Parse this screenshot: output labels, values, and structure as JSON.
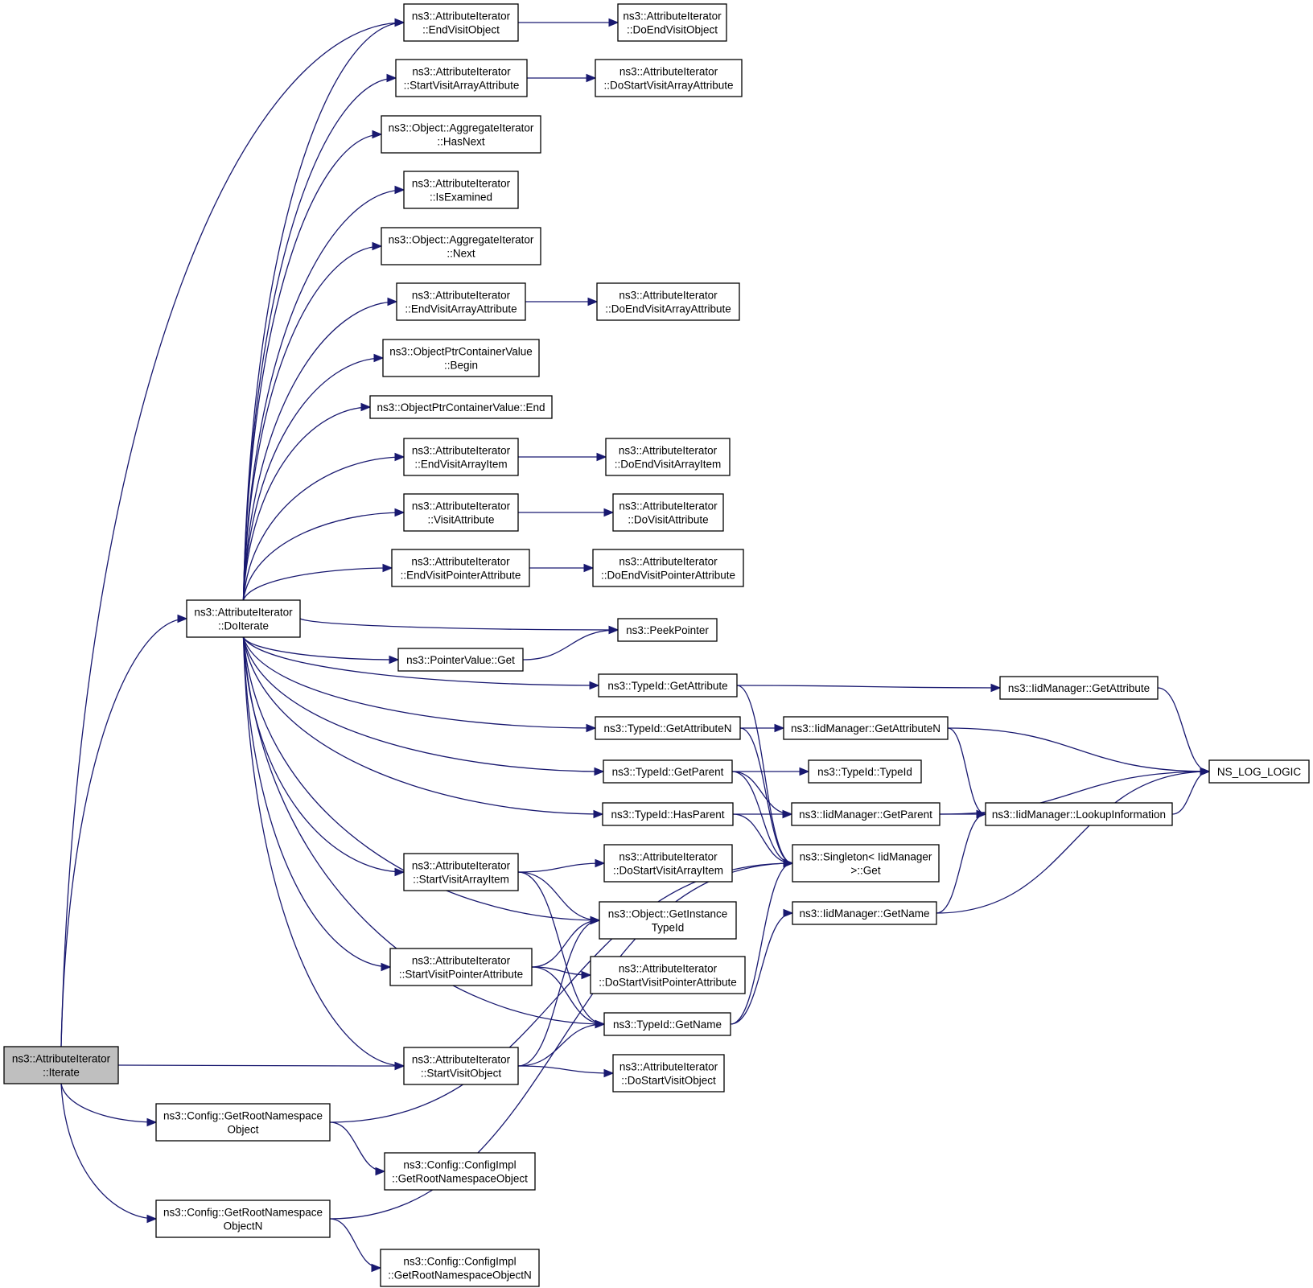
{
  "graph": {
    "nodes": [
      {
        "id": "iterate",
        "lines": [
          "ns3::AttributeIterator",
          "::Iterate"
        ],
        "highlight": true
      },
      {
        "id": "doiterate",
        "lines": [
          "ns3::AttributeIterator",
          "::DoIterate"
        ]
      },
      {
        "id": "endvisitobject",
        "lines": [
          "ns3::AttributeIterator",
          "::EndVisitObject"
        ]
      },
      {
        "id": "doendvisitobject",
        "lines": [
          "ns3::AttributeIterator",
          "::DoEndVisitObject"
        ]
      },
      {
        "id": "startvisitarrayattr",
        "lines": [
          "ns3::AttributeIterator",
          "::StartVisitArrayAttribute"
        ]
      },
      {
        "id": "dostartvisitarrayattr",
        "lines": [
          "ns3::AttributeIterator",
          "::DoStartVisitArrayAttribute"
        ]
      },
      {
        "id": "hasnext",
        "lines": [
          "ns3::Object::AggregateIterator",
          "::HasNext"
        ]
      },
      {
        "id": "isexamined",
        "lines": [
          "ns3::AttributeIterator",
          "::IsExamined"
        ]
      },
      {
        "id": "next",
        "lines": [
          "ns3::Object::AggregateIterator",
          "::Next"
        ]
      },
      {
        "id": "endvisitarrayattr",
        "lines": [
          "ns3::AttributeIterator",
          "::EndVisitArrayAttribute"
        ]
      },
      {
        "id": "doendvisitarrayattr",
        "lines": [
          "ns3::AttributeIterator",
          "::DoEndVisitArrayAttribute"
        ]
      },
      {
        "id": "begin",
        "lines": [
          "ns3::ObjectPtrContainerValue",
          "::Begin"
        ]
      },
      {
        "id": "end",
        "lines": [
          "ns3::ObjectPtrContainerValue::End"
        ]
      },
      {
        "id": "endvisitarrayitem",
        "lines": [
          "ns3::AttributeIterator",
          "::EndVisitArrayItem"
        ]
      },
      {
        "id": "doendvisitarrayitem",
        "lines": [
          "ns3::AttributeIterator",
          "::DoEndVisitArrayItem"
        ]
      },
      {
        "id": "visitattribute",
        "lines": [
          "ns3::AttributeIterator",
          "::VisitAttribute"
        ]
      },
      {
        "id": "dovisitattribute",
        "lines": [
          "ns3::AttributeIterator",
          "::DoVisitAttribute"
        ]
      },
      {
        "id": "endvisitpointerattr",
        "lines": [
          "ns3::AttributeIterator",
          "::EndVisitPointerAttribute"
        ]
      },
      {
        "id": "doendvisitpointerattr",
        "lines": [
          "ns3::AttributeIterator",
          "::DoEndVisitPointerAttribute"
        ]
      },
      {
        "id": "peekpointer",
        "lines": [
          "ns3::PeekPointer"
        ]
      },
      {
        "id": "pointervalueget",
        "lines": [
          "ns3::PointerValue::Get"
        ]
      },
      {
        "id": "typeidgetattribute",
        "lines": [
          "ns3::TypeId::GetAttribute"
        ]
      },
      {
        "id": "iidgetattribute",
        "lines": [
          "ns3::IidManager::GetAttribute"
        ]
      },
      {
        "id": "typeidgetattributen",
        "lines": [
          "ns3::TypeId::GetAttributeN"
        ]
      },
      {
        "id": "iidgetattributen",
        "lines": [
          "ns3::IidManager::GetAttributeN"
        ]
      },
      {
        "id": "nsloglogic",
        "lines": [
          "NS_LOG_LOGIC"
        ]
      },
      {
        "id": "typeidgetparent",
        "lines": [
          "ns3::TypeId::GetParent"
        ]
      },
      {
        "id": "typeidtypeid",
        "lines": [
          "ns3::TypeId::TypeId"
        ]
      },
      {
        "id": "typeidhasparent",
        "lines": [
          "ns3::TypeId::HasParent"
        ]
      },
      {
        "id": "iidgetparent",
        "lines": [
          "ns3::IidManager::GetParent"
        ]
      },
      {
        "id": "iidlookup",
        "lines": [
          "ns3::IidManager::LookupInformation"
        ]
      },
      {
        "id": "singletonget",
        "lines": [
          "ns3::Singleton< IidManager",
          ">::Get"
        ]
      },
      {
        "id": "startvisitarrayitem",
        "lines": [
          "ns3::AttributeIterator",
          "::StartVisitArrayItem"
        ]
      },
      {
        "id": "dostartvisitarrayitem",
        "lines": [
          "ns3::AttributeIterator",
          "::DoStartVisitArrayItem"
        ]
      },
      {
        "id": "getinstancetypeid",
        "lines": [
          "ns3::Object::GetInstance",
          "TypeId"
        ]
      },
      {
        "id": "iidgetname",
        "lines": [
          "ns3::IidManager::GetName"
        ]
      },
      {
        "id": "startvisitpointerattr",
        "lines": [
          "ns3::AttributeIterator",
          "::StartVisitPointerAttribute"
        ]
      },
      {
        "id": "dostartvisitpointerattr",
        "lines": [
          "ns3::AttributeIterator",
          "::DoStartVisitPointerAttribute"
        ]
      },
      {
        "id": "typeidgetname",
        "lines": [
          "ns3::TypeId::GetName"
        ]
      },
      {
        "id": "startvisitobject",
        "lines": [
          "ns3::AttributeIterator",
          "::StartVisitObject"
        ]
      },
      {
        "id": "dostartvisitobject",
        "lines": [
          "ns3::AttributeIterator",
          "::DoStartVisitObject"
        ]
      },
      {
        "id": "getrootnsobject",
        "lines": [
          "ns3::Config::GetRootNamespace",
          "Object"
        ]
      },
      {
        "id": "implgetrootnsobject",
        "lines": [
          "ns3::Config::ConfigImpl",
          "::GetRootNamespaceObject"
        ]
      },
      {
        "id": "getrootnsobjectn",
        "lines": [
          "ns3::Config::GetRootNamespace",
          "ObjectN"
        ]
      },
      {
        "id": "implgetrootnsobjectn",
        "lines": [
          "ns3::Config::ConfigImpl",
          "::GetRootNamespaceObjectN"
        ]
      }
    ],
    "edges": [
      [
        "iterate",
        "endvisitobject"
      ],
      [
        "iterate",
        "doiterate"
      ],
      [
        "iterate",
        "startvisitobject"
      ],
      [
        "iterate",
        "getrootnsobject"
      ],
      [
        "iterate",
        "getrootnsobjectn"
      ],
      [
        "endvisitobject",
        "doendvisitobject"
      ],
      [
        "startvisitarrayattr",
        "dostartvisitarrayattr"
      ],
      [
        "endvisitarrayattr",
        "doendvisitarrayattr"
      ],
      [
        "endvisitarrayitem",
        "doendvisitarrayitem"
      ],
      [
        "visitattribute",
        "dovisitattribute"
      ],
      [
        "endvisitpointerattr",
        "doendvisitpointerattr"
      ],
      [
        "doiterate",
        "endvisitobject"
      ],
      [
        "doiterate",
        "startvisitarrayattr"
      ],
      [
        "doiterate",
        "hasnext"
      ],
      [
        "doiterate",
        "isexamined"
      ],
      [
        "doiterate",
        "next"
      ],
      [
        "doiterate",
        "endvisitarrayattr"
      ],
      [
        "doiterate",
        "begin"
      ],
      [
        "doiterate",
        "end"
      ],
      [
        "doiterate",
        "endvisitarrayitem"
      ],
      [
        "doiterate",
        "visitattribute"
      ],
      [
        "doiterate",
        "endvisitpointerattr"
      ],
      [
        "doiterate",
        "peekpointer"
      ],
      [
        "doiterate",
        "pointervalueget"
      ],
      [
        "doiterate",
        "typeidgetattribute"
      ],
      [
        "doiterate",
        "typeidgetattributen"
      ],
      [
        "doiterate",
        "typeidgetparent"
      ],
      [
        "doiterate",
        "typeidhasparent"
      ],
      [
        "doiterate",
        "startvisitarrayitem"
      ],
      [
        "doiterate",
        "getinstancetypeid"
      ],
      [
        "doiterate",
        "startvisitpointerattr"
      ],
      [
        "doiterate",
        "typeidgetname"
      ],
      [
        "doiterate",
        "startvisitobject"
      ],
      [
        "pointervalueget",
        "peekpointer"
      ],
      [
        "typeidgetattribute",
        "iidgetattribute"
      ],
      [
        "typeidgetattribute",
        "singletonget"
      ],
      [
        "iidgetattribute",
        "nsloglogic"
      ],
      [
        "typeidgetattributen",
        "iidgetattributen"
      ],
      [
        "typeidgetattributen",
        "singletonget"
      ],
      [
        "iidgetattributen",
        "nsloglogic"
      ],
      [
        "iidgetattributen",
        "iidlookup"
      ],
      [
        "typeidgetparent",
        "typeidtypeid"
      ],
      [
        "typeidgetparent",
        "iidgetparent"
      ],
      [
        "typeidgetparent",
        "singletonget"
      ],
      [
        "typeidhasparent",
        "iidgetparent"
      ],
      [
        "typeidhasparent",
        "singletonget"
      ],
      [
        "iidgetparent",
        "nsloglogic"
      ],
      [
        "iidgetparent",
        "iidlookup"
      ],
      [
        "iidlookup",
        "nsloglogic"
      ],
      [
        "startvisitarrayitem",
        "dostartvisitarrayitem"
      ],
      [
        "startvisitarrayitem",
        "getinstancetypeid"
      ],
      [
        "startvisitarrayitem",
        "typeidgetname"
      ],
      [
        "startvisitpointerattr",
        "getinstancetypeid"
      ],
      [
        "startvisitpointerattr",
        "dostartvisitpointerattr"
      ],
      [
        "startvisitpointerattr",
        "typeidgetname"
      ],
      [
        "typeidgetname",
        "singletonget"
      ],
      [
        "typeidgetname",
        "iidgetname"
      ],
      [
        "iidgetname",
        "iidlookup"
      ],
      [
        "iidgetname",
        "nsloglogic"
      ],
      [
        "startvisitobject",
        "getinstancetypeid"
      ],
      [
        "startvisitobject",
        "typeidgetname"
      ],
      [
        "startvisitobject",
        "dostartvisitobject"
      ],
      [
        "getrootnsobject",
        "implgetrootnsobject"
      ],
      [
        "getrootnsobject",
        "singletonget"
      ],
      [
        "getrootnsobjectn",
        "implgetrootnsobjectn"
      ],
      [
        "getrootnsobjectn",
        "singletonget"
      ]
    ]
  }
}
